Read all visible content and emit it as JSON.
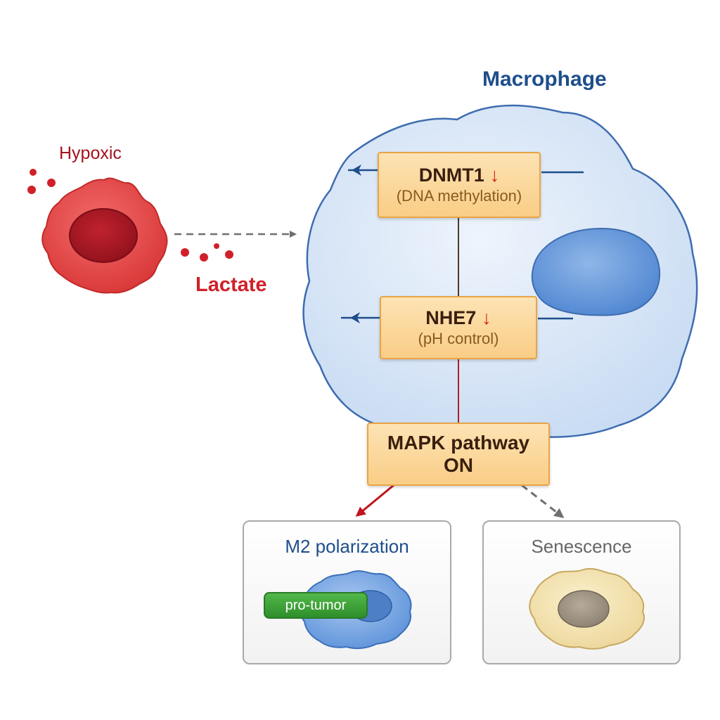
{
  "hypoxic_cell": {
    "label": "Hypoxic",
    "color": "#e84646"
  },
  "lactate": {
    "label": "Lactate",
    "color": "#d0202a"
  },
  "macrophage": {
    "label": "Macrophage",
    "color": "#1e4e8c"
  },
  "nodes": {
    "dnmt1": {
      "name": "DNMT1",
      "indicator": "↓",
      "subtitle": "(DNA methylation)"
    },
    "nhe7": {
      "name": "NHE7",
      "indicator": "↓",
      "subtitle": "(pH control)"
    },
    "mapk": {
      "line1": "MAPK pathway",
      "line2": "ON"
    }
  },
  "outcomes": {
    "m2": {
      "title": "M2 polarization",
      "badge": "pro-tumor",
      "title_color": "#1e4e8c"
    },
    "senescence": {
      "title": "Senescence",
      "title_color": "#666666"
    }
  },
  "colors": {
    "node_fill": "#fbd79c",
    "node_border": "#e9a446",
    "macrophage_fill": "#dbe8f7",
    "macrophage_border": "#3e6cb0",
    "red_arrow": "#c0141e",
    "gray_arrow": "#777777",
    "badge_green": "#3a9c35"
  }
}
